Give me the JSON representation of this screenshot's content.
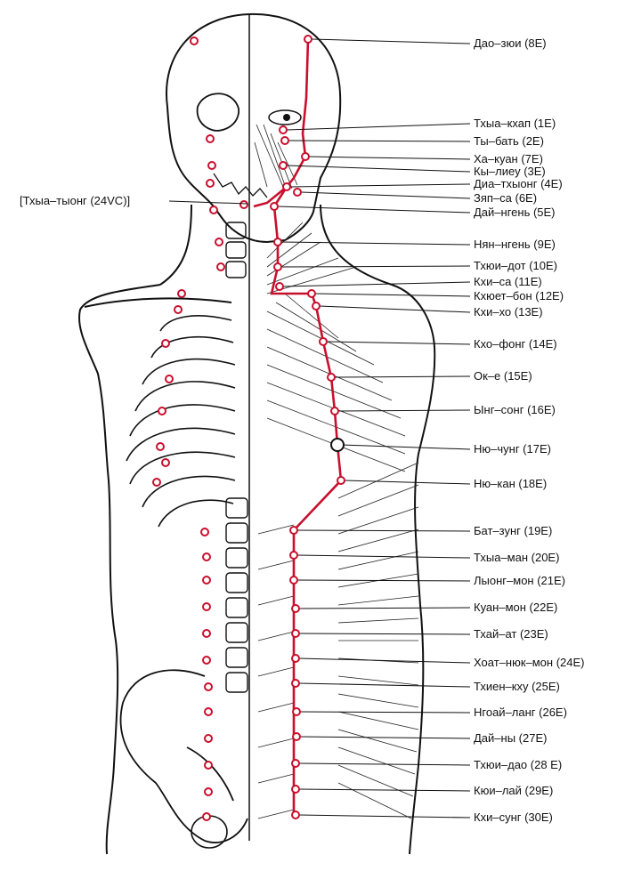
{
  "left_label": "[Тхыа–тыонг (24VC)]",
  "points": [
    {
      "label": "Дао–зюи (8Е)"
    },
    {
      "label": "Тхыа–кхап (1Е)"
    },
    {
      "label": "Ты–бать (2Е)"
    },
    {
      "label": "Ха–куан (7Е)"
    },
    {
      "label": "Кы–лиеу (3Е)"
    },
    {
      "label": "Диа–тхыонг (4Е)"
    },
    {
      "label": "Зяп–са (6Е)"
    },
    {
      "label": "Дай–нгень (5Е)"
    },
    {
      "label": "Нян–нгень (9Е)"
    },
    {
      "label": "Тхюи–дот (10Е)"
    },
    {
      "label": "Кхи–са (11Е)"
    },
    {
      "label": "Кхюет–бон (12Е)"
    },
    {
      "label": "Кхи–хо (13Е)"
    },
    {
      "label": "Кхо–фонг (14Е)"
    },
    {
      "label": "Ок–е (15Е)"
    },
    {
      "label": "Ынг–сонг (16Е)"
    },
    {
      "label": "Ню–чунг (17Е)"
    },
    {
      "label": "Ню–кан (18Е)"
    },
    {
      "label": "Бат–зунг (19Е)"
    },
    {
      "label": "Тхыа–ман (20Е)"
    },
    {
      "label": "Лыонг–мон (21Е)"
    },
    {
      "label": "Куан–мон (22Е)"
    },
    {
      "label": "Тхай–ат (23Е)"
    },
    {
      "label": "Хоат–нюк–мон (24Е)"
    },
    {
      "label": "Тхиен–кху (25Е)"
    },
    {
      "label": "Нгоай–ланг (26Е)"
    },
    {
      "label": "Дай–ны (27Е)"
    },
    {
      "label": "Тхюи–дао (28 Е)"
    },
    {
      "label": "Кюи–лай (29Е)"
    },
    {
      "label": "Кхи–сунг (30Е)"
    }
  ],
  "colors": {
    "meridian": "#c8102e",
    "ink": "#111111"
  }
}
